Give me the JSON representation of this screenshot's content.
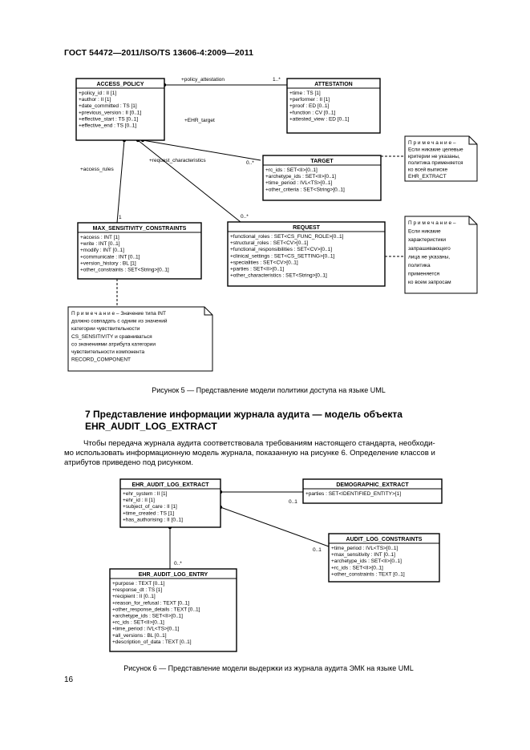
{
  "header": "ГОСТ 54472—2011/ISO/TS 13606-4:2009—2011",
  "page_number": "16",
  "figure5": {
    "caption": "Рисунок 5 — Представление модели политики доступа на языке UML",
    "classes": [
      {
        "name": "ACCESS_POLICY",
        "attrs": [
          "+policy_id : II [1]",
          "+author : II [1]",
          "+date_committed : TS [1]",
          "+previous_version : II [0..1]",
          "+effective_start : TS [0..1]",
          "+effective_end : TS [0..1]"
        ]
      },
      {
        "name": "ATTESTATION",
        "attrs": [
          "+time : TS [1]",
          "+performer : II [1]",
          "+proof : ED [0..1]",
          "+function : CV [0..1]",
          "+attested_view : ED [0..1]"
        ]
      },
      {
        "name": "TARGET",
        "attrs": [
          "+rc_ids : SET<II>[0..1]",
          "+archetype_ids : SET<II>[0..1]",
          "+time_period : IVL<TS>[0..1]",
          "+other_criteria : SET<String>[0..1]"
        ]
      },
      {
        "name": "MAX_SENSITIVITY_CONSTRAINTS",
        "attrs": [
          "+access : INT [1]",
          "+write : INT [0..1]",
          "+modify : INT [0..1]",
          "+communicate : INT [0..1]",
          "+version_history : BL [1]",
          "+other_constraints : SET<String>[0..1]"
        ]
      },
      {
        "name": "REQUEST",
        "attrs": [
          "+functional_roles : SET<CS_FUNC_ROLE>[0..1]",
          "+structural_roles : SET<CV>[0..1]",
          "+functional_responsibilities : SET<CV>[0..1]",
          "+clinical_settings : SET<CS_SETTING>[0..1]",
          "+specialities : SET<CV>[0..1]",
          "+parties : SET<II>[0..1]",
          "+other_characteristics : SET<String>[0..1]"
        ]
      }
    ],
    "labels": {
      "policy_attestation": "+policy_attestation",
      "ehr_target": "+EHR_target",
      "request_characteristics": "+request_characteristics",
      "access_rules": "+access_rules",
      "m_1star": "1..*",
      "m_0star_target": "0..*",
      "m_0star_request": "0..*",
      "m_1": "1"
    },
    "note1": [
      "П р и м е ч а н и е –",
      "Если никакие целевые",
      "критерии не указаны,",
      "политика применяется",
      "ко всей выписке",
      "EHR_EXTRACT"
    ],
    "note2": [
      "П р и м е ч а н и е –",
      "Если никакие",
      "характеристики",
      "запрашивающего",
      "лица не указаны,",
      "политика",
      "применяется",
      "ко всем запросам"
    ],
    "note3": [
      "П р и м е ч а н и е – Значение типа INT",
      "должно совпадать с одним из значений",
      "категории чувствительности",
      "CS_SENSITIVITY и сравниваться",
      "со значениями атрибута категории",
      "чувствительности компонента",
      "RECORD_COMPONENT"
    ]
  },
  "section": {
    "title_line1": "7 Представление информации журнала аудита — модель объекта",
    "title_line2": "EHR_AUDIT_LOG_EXTRACT",
    "paragraph_lines": [
      "Чтобы передача журнала аудита соответствовала требованиям настоящего стандарта, необходи-",
      "мо использовать информационную модель журнала, показанную на рисунке 6. Определение классов и",
      "атрибутов приведено под рисунком."
    ]
  },
  "figure6": {
    "caption": "Рисунок 6 — Представление модели выдержки из журнала аудита ЭМК на языке UML",
    "classes": [
      {
        "name": "EHR_AUDIT_LOG_EXTRACT",
        "attrs": [
          "+ehr_system : II [1]",
          "+ehr_id : II [1]",
          "+subject_of_care : II [1]",
          "+time_created : TS [1]",
          "+has_authorising : II [0..1]"
        ]
      },
      {
        "name": "DEMOGRAPHIC_EXTRACT",
        "attrs": [
          "+parties : SET<IDENTIFIED_ENTITY>[1]"
        ]
      },
      {
        "name": "AUDIT_LOG_CONSTRAINTS",
        "attrs": [
          "+time_period : IVL<TS>[0..1]",
          "+max_sensitivity : INT [0..1]",
          "+archetype_ids : SET<II>[0..1]",
          "+rc_ids : SET<II>[0..1]",
          "+other_constraints : TEXT [0..1]"
        ]
      },
      {
        "name": "EHR_AUDIT_LOG_ENTRY",
        "attrs": [
          "+purpose : TEXT [0..1]",
          "+response_dt : TS [1]",
          "+recipient : II [0..1]",
          "+reason_for_refusal : TEXT [0..1]",
          "+other_response_details : TEXT [0..1]",
          "+archetype_ids : SET<II>[0..1]",
          "+rc_ids : SET<II>[0..1]",
          "+time_period : IVL<TS>[0..1]",
          "+all_versions : BL [0..1]",
          "+description_of_data : TEXT [0..1]"
        ]
      }
    ],
    "labels": {
      "m_01_demo": "0..1",
      "m_01_constr": "0..1",
      "m_0star": "0..*"
    }
  }
}
